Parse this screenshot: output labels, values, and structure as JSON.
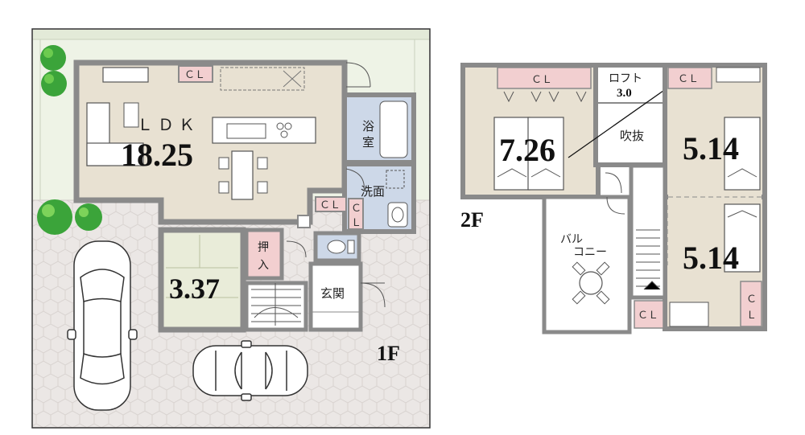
{
  "floor1": {
    "label": "1F",
    "ldk": {
      "name": "ＬＤＫ",
      "area": "18.25"
    },
    "japanese_room": {
      "area": "3.37"
    },
    "bath": {
      "name_top": "浴",
      "name_bottom": "室"
    },
    "washroom": {
      "name": "洗面"
    },
    "oshiire": {
      "name_top": "押",
      "name_bottom": "入"
    },
    "entrance": {
      "name": "玄関"
    },
    "closets": {
      "kitchen": "ＣＬ",
      "hall": "ＣＬ",
      "wash_top": "Ｃ",
      "wash_bottom": "Ｌ"
    }
  },
  "floor2": {
    "label": "2F",
    "bedroom_main": {
      "area": "7.26"
    },
    "bedroom_right_top": {
      "area": "5.14"
    },
    "bedroom_right_bottom": {
      "area": "5.14"
    },
    "loft": {
      "name": "ロフト",
      "area": "3.0"
    },
    "fukinuke": {
      "name": "吹抜"
    },
    "balcony": {
      "name_top": "バル",
      "name_bottom": "コニー"
    },
    "closets": {
      "main": "ＣＬ",
      "right_top": "ＣＬ",
      "bottom_left": "ＣＬ",
      "bottom_right_top": "Ｃ",
      "bottom_right_bottom": "Ｌ"
    }
  },
  "colors": {
    "wall": "#8a8a8a",
    "ldk_floor": "#e8e1d2",
    "tatami": "#e9ecd9",
    "bath": "#cdd8e8",
    "closet": "#f2cfd0",
    "pavement": "#e8e4e2",
    "lawn": "#eef3e6",
    "tree": "#3ba43a"
  }
}
